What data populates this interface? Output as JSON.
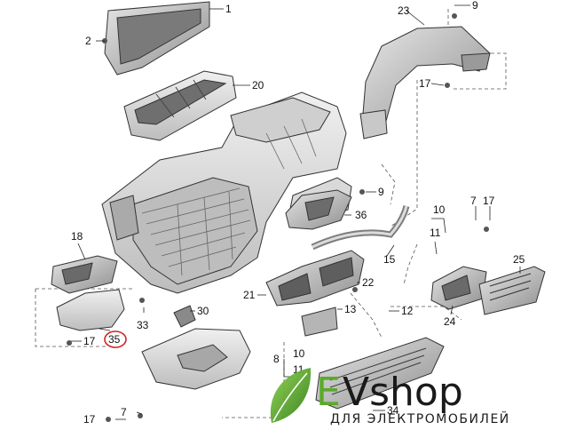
{
  "diagram": {
    "callouts": [
      "1",
      "2",
      "9",
      "23",
      "20",
      "17",
      "9",
      "36",
      "10",
      "7",
      "17",
      "18",
      "11",
      "15",
      "25",
      "21",
      "22",
      "13",
      "12",
      "30",
      "33",
      "24",
      "35",
      "17",
      "8",
      "10",
      "11",
      "17",
      "7",
      "34"
    ],
    "highlighted": "35",
    "colors": {
      "line": "#222222",
      "part_fill": "#e2e2e2",
      "part_shadow": "#9a9a9a",
      "highlight": "#d42020"
    }
  },
  "watermark": {
    "brand_e": "E",
    "brand_rest": "Vshop",
    "tagline": "ДЛЯ ЭЛЕКТРОМОБИЛЕЙ",
    "colors": {
      "leaf": "#5aaa2a",
      "leaf_dark": "#3d7f1b",
      "text": "#1a1a1a"
    }
  }
}
